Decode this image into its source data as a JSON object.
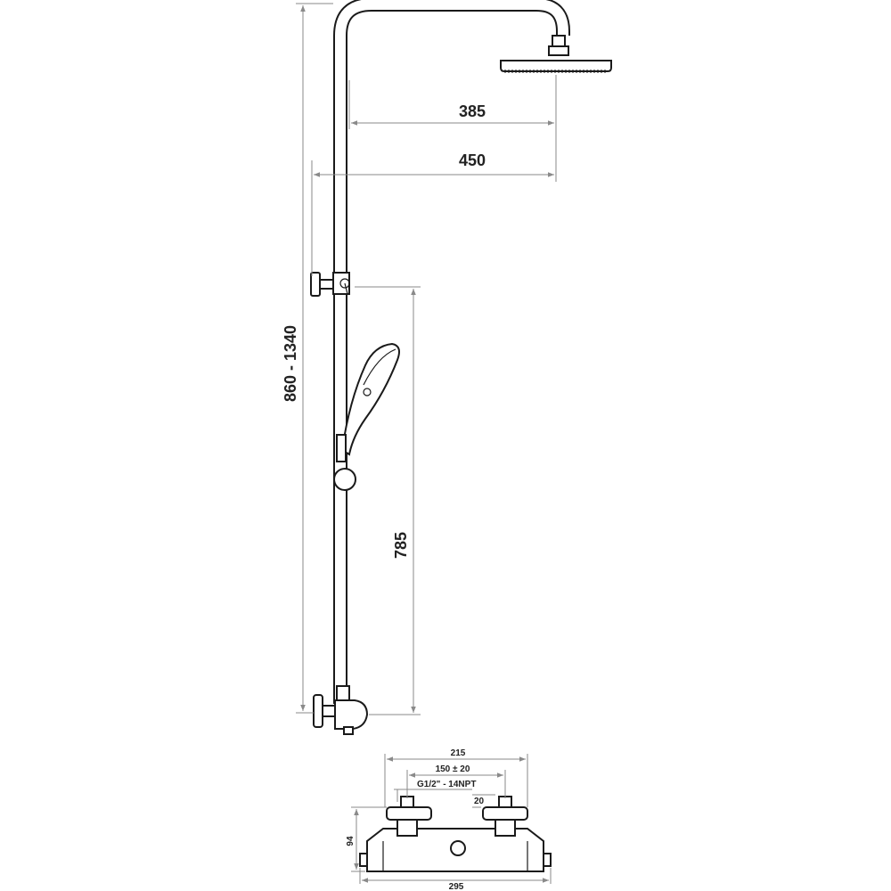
{
  "dimensions": {
    "head_reach": "385",
    "arm_reach": "450",
    "height_range": "860 - 1340",
    "handset_height": "785",
    "mixer_width": "215",
    "inlet_spacing": "150 ± 20",
    "inlet_thread": "G1/2\" - 14NPT",
    "inlet_depth": "20",
    "mixer_height": "94",
    "mixer_total_width": "295"
  },
  "colors": {
    "outline": "#1a1a1a",
    "dimension_line": "#8a8a8a"
  }
}
